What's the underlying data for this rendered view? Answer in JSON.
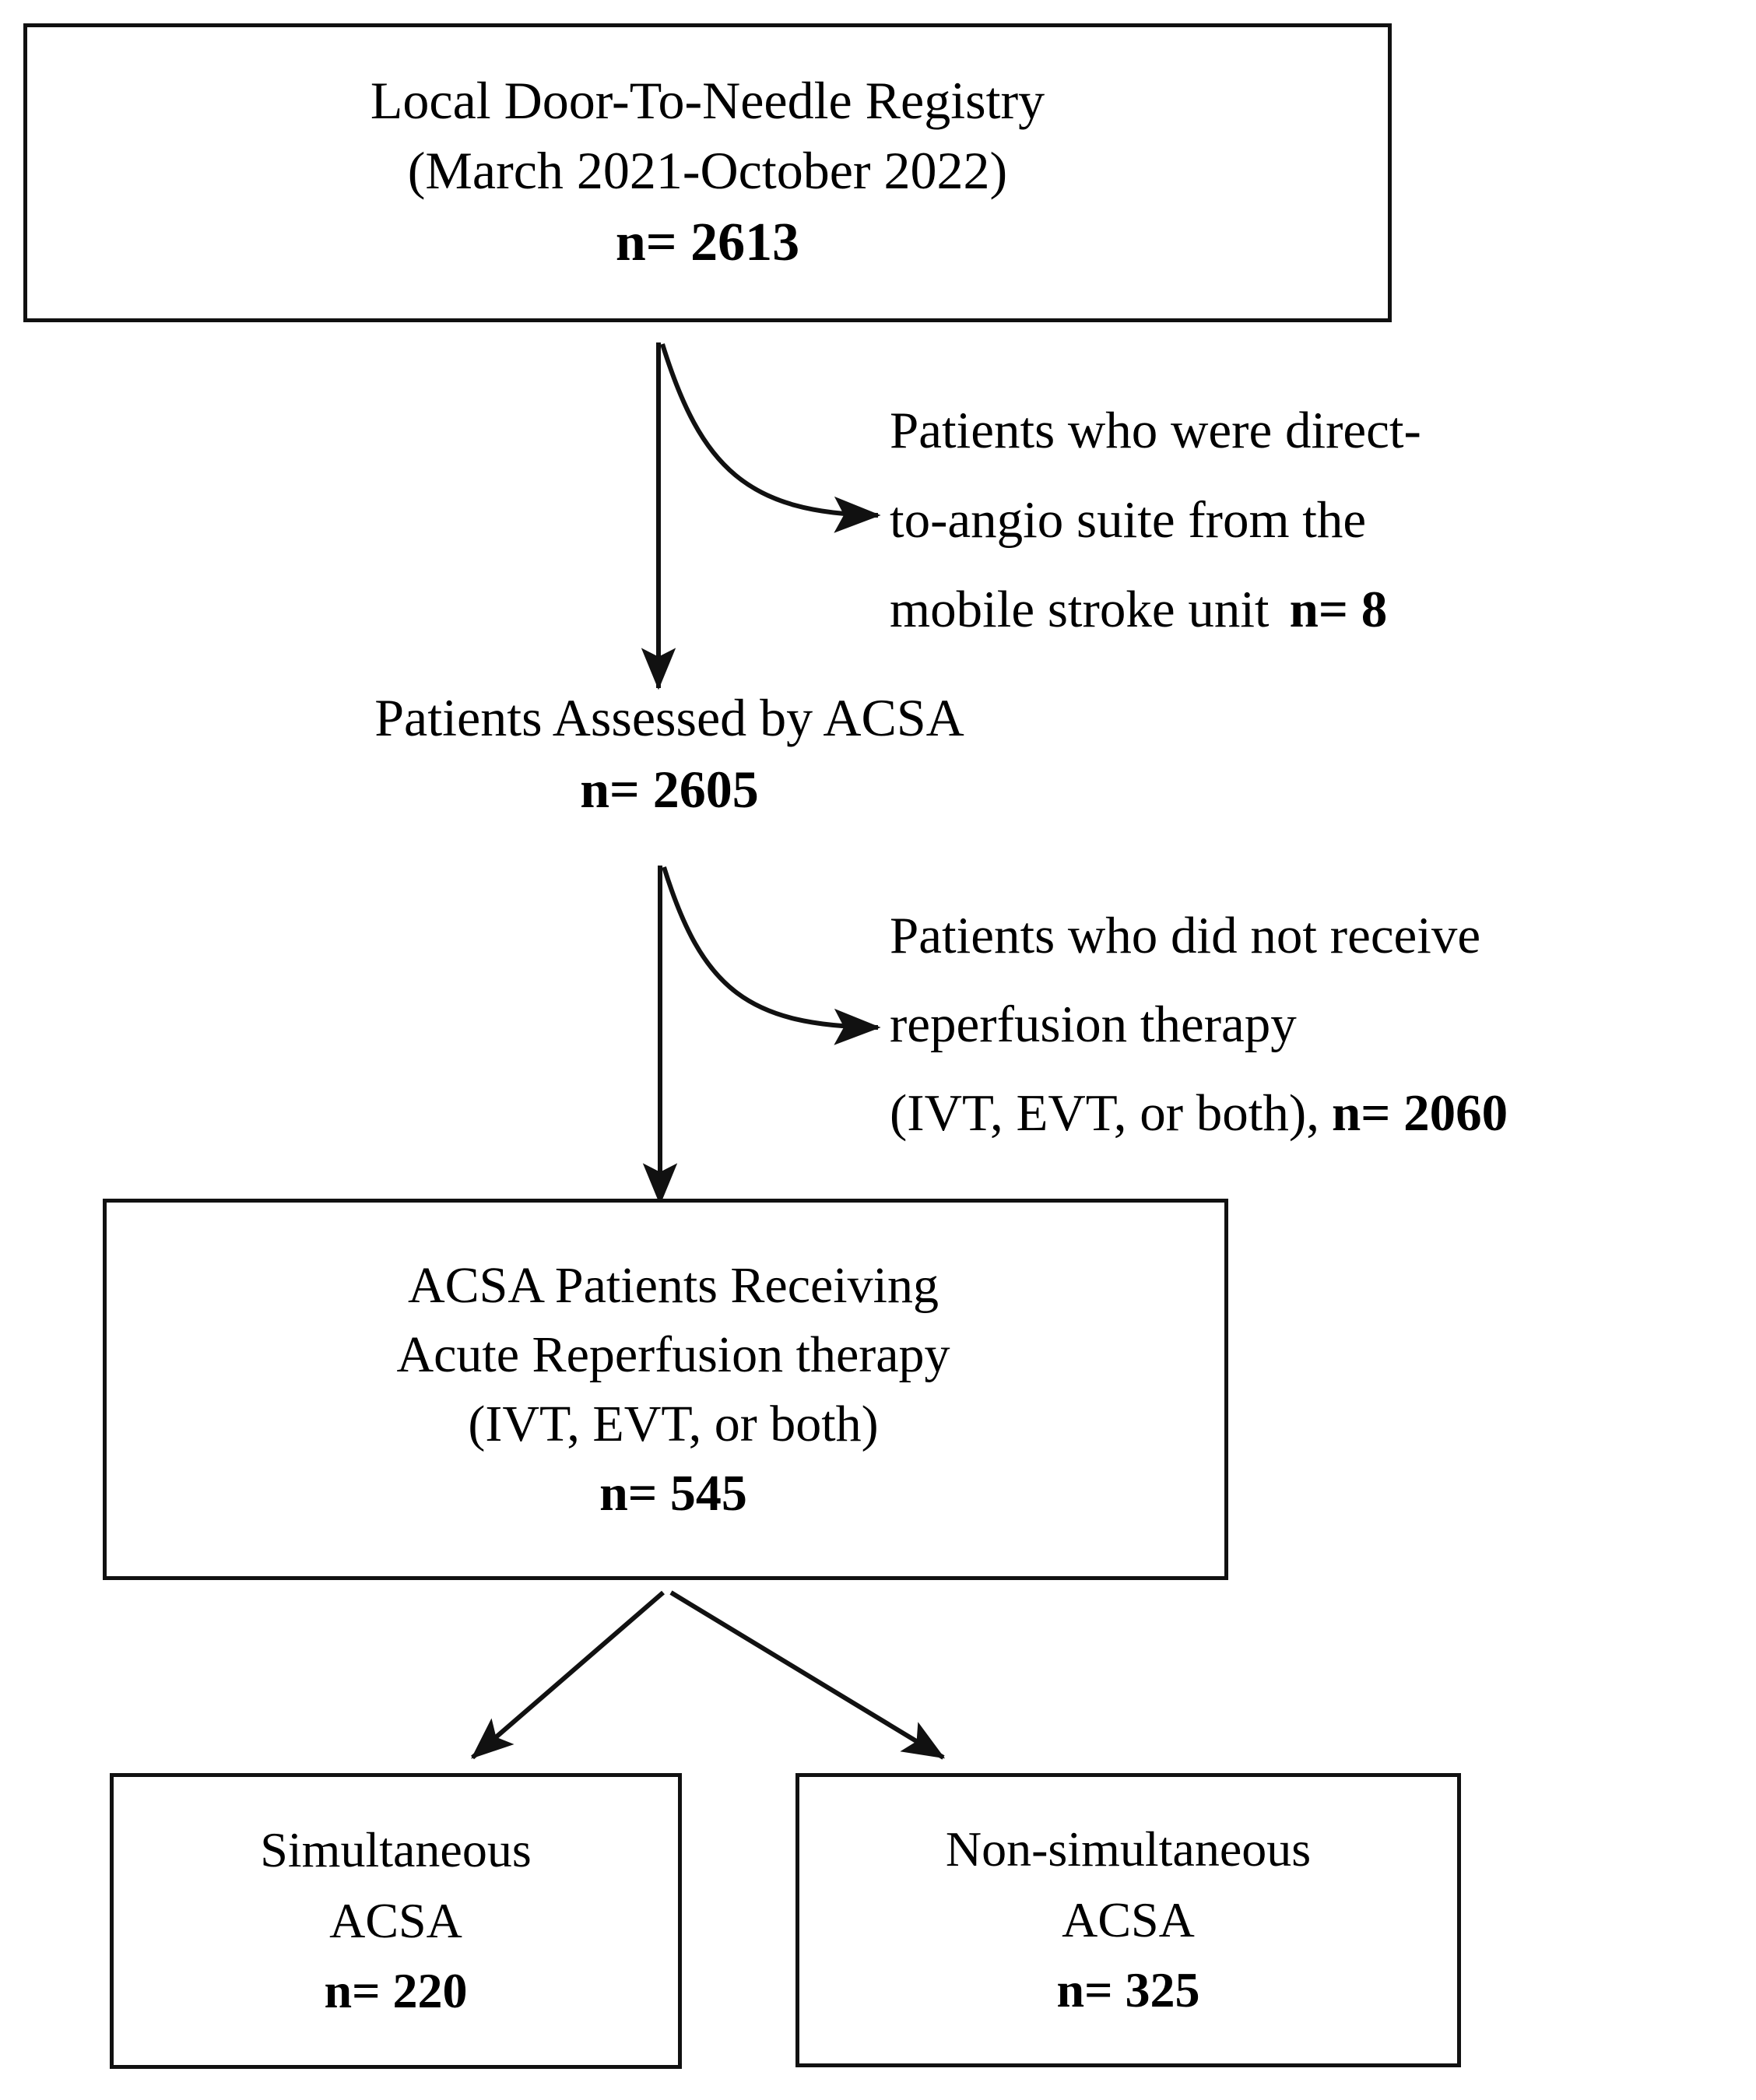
{
  "diagram": {
    "type": "study-flow-diagram",
    "stroke_color": "#111111",
    "background_color": "#ffffff",
    "text_color": "#000000"
  },
  "nodes": {
    "registry": {
      "line1": "Local Door-To-Needle Registry",
      "line2": "(March 2021-October 2022)",
      "count": "n= 2613"
    },
    "assessed": {
      "line1": "Patients Assessed by ACSA",
      "count": "n= 2605"
    },
    "reperfusion": {
      "line1": "ACSA Patients Receiving",
      "line2": "Acute Reperfusion therapy",
      "line3": "(IVT, EVT, or both)",
      "count": "n= 545"
    },
    "simultaneous": {
      "line1": "Simultaneous",
      "line2": "ACSA",
      "count": "n= 220"
    },
    "non_simultaneous": {
      "line1": "Non-simultaneous",
      "line2": "ACSA",
      "count": "n= 325"
    }
  },
  "exclusions": {
    "direct_to_angio": {
      "line1": "Patients who were direct-",
      "line2": "to-angio suite from the",
      "line3_text": "mobile stroke unit",
      "line3_count": "n= 8"
    },
    "no_reperfusion": {
      "line1": "Patients who did not receive",
      "line2": "reperfusion therapy",
      "line3_text": "(IVT, EVT, or both),",
      "line3_count": "n= 2060"
    }
  }
}
